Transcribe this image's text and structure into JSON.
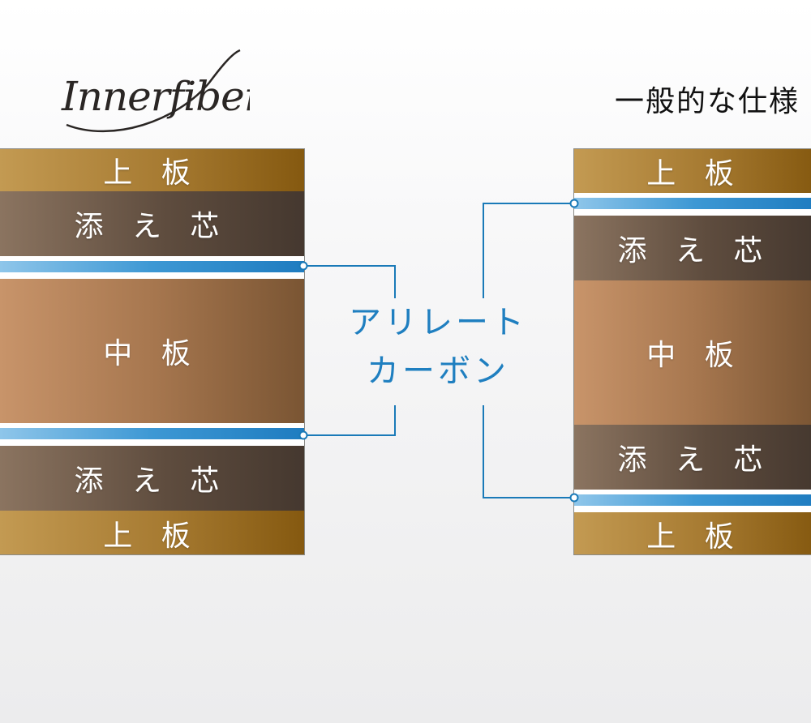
{
  "logo": {
    "text": "Innerfiber"
  },
  "spec_title": "一般的な仕様",
  "left_stack": {
    "layers": [
      {
        "label": "上 板",
        "type": "top-board"
      },
      {
        "label": "添 え 芯",
        "type": "core-sub"
      },
      {
        "label": "",
        "type": "carbon"
      },
      {
        "label": "中 板",
        "type": "mid-board"
      },
      {
        "label": "",
        "type": "carbon"
      },
      {
        "label": "添 え 芯",
        "type": "core-sub"
      },
      {
        "label": "上 板",
        "type": "top-board"
      }
    ]
  },
  "right_stack": {
    "layers": [
      {
        "label": "上 板",
        "type": "top-board"
      },
      {
        "label": "",
        "type": "carbon"
      },
      {
        "label": "添 え 芯",
        "type": "core-sub"
      },
      {
        "label": "中 板",
        "type": "mid-board"
      },
      {
        "label": "添 え 芯",
        "type": "core-sub"
      },
      {
        "label": "",
        "type": "carbon"
      },
      {
        "label": "上 板",
        "type": "top-board"
      }
    ]
  },
  "callout": {
    "line1": "アリレート",
    "line2": "カーボン"
  },
  "colors": {
    "accent": "#1f7fc0",
    "connector": "#1a7ab8"
  }
}
